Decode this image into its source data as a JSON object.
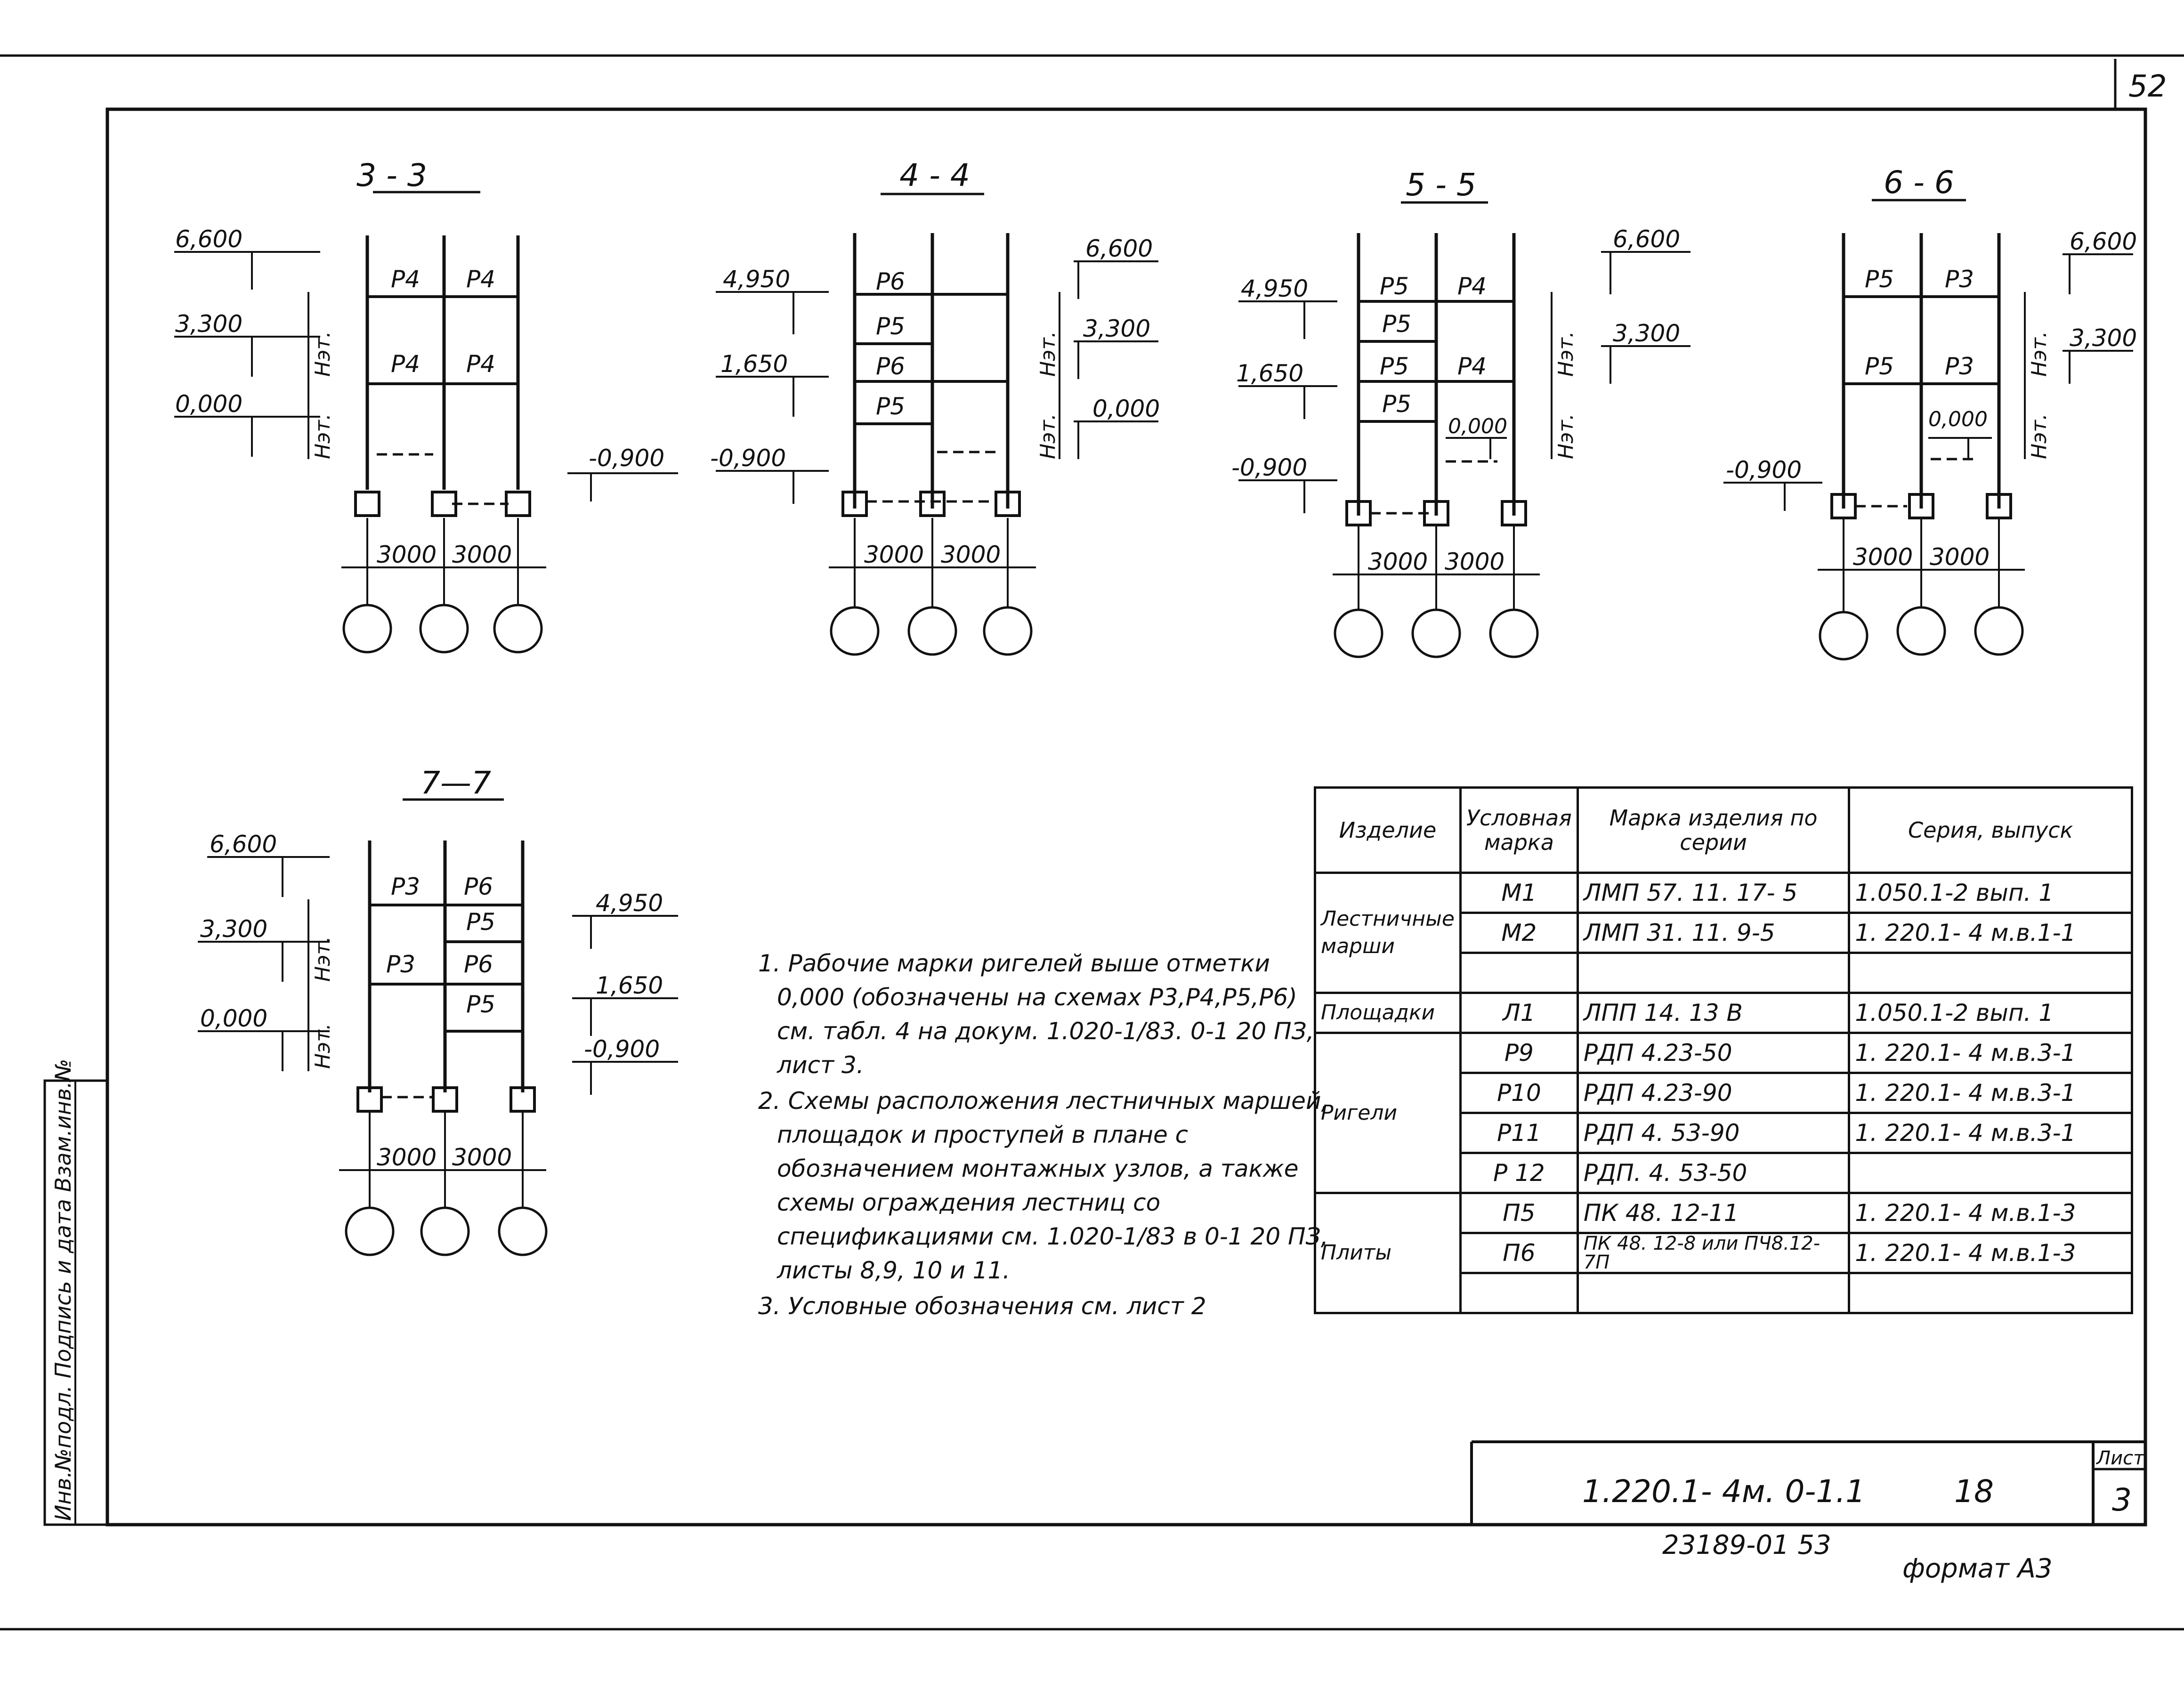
{
  "sheet": {
    "corner_page": "52",
    "code": "1.220.1- 4м. 0-1.1",
    "number": "18",
    "list_label": "Лист",
    "list_number": "3",
    "archive_no": "23189-01  53",
    "format": "формат А3",
    "side_stamp": "Инв.№подл. Подпись и дата Взам.инв.№"
  },
  "sections": [
    {
      "title": "3 - 3",
      "levels_left": [
        "6,600",
        "3,300",
        "0,000"
      ],
      "levels_right": [
        "-0,900"
      ],
      "beams": [
        "Р4",
        "Р4",
        "Р4",
        "Р4"
      ],
      "heights": [
        "Нэт.",
        "Нэт."
      ],
      "spans": [
        "3000",
        "3000"
      ]
    },
    {
      "title": "4 - 4",
      "levels_left": [
        "4,950",
        "1,650",
        "-0,900"
      ],
      "levels_right": [
        "6,600",
        "3,300",
        "0,000"
      ],
      "beams": [
        "Р6",
        "Р5",
        "Р6",
        "Р5"
      ],
      "heights": [
        "Нэт.",
        "Нэт."
      ],
      "spans": [
        "3000",
        "3000"
      ]
    },
    {
      "title": "5 - 5",
      "levels_left": [
        "4,950",
        "1,650",
        "-0,900"
      ],
      "levels_right": [
        "6,600",
        "3,300"
      ],
      "level_mid": "0,000",
      "beams": [
        "Р5",
        "Р4",
        "Р5",
        "Р5",
        "Р4",
        "Р5"
      ],
      "heights": [
        "Нэт.",
        "Нэт."
      ],
      "spans": [
        "3000",
        "3000"
      ]
    },
    {
      "title": "6 - 6",
      "levels_left": [
        "-0,900"
      ],
      "levels_right": [
        "6,600",
        "3,300"
      ],
      "level_mid": "0,000",
      "beams": [
        "Р5",
        "Р3",
        "Р5",
        "Р3"
      ],
      "heights": [
        "Нэт.",
        "Нэт."
      ],
      "spans": [
        "3000",
        "3000"
      ]
    },
    {
      "title": "7—7",
      "levels_left": [
        "6,600",
        "3,300",
        "0,000"
      ],
      "levels_right": [
        "4,950",
        "1,650",
        "-0,900"
      ],
      "beams": [
        "Р3",
        "Р6",
        "Р5",
        "Р3",
        "Р6",
        "Р5"
      ],
      "heights": [
        "Нэт.",
        "Нэт."
      ],
      "spans": [
        "3000",
        "3000"
      ]
    }
  ],
  "notes": [
    "1. Рабочие марки ригелей выше отметки 0,000 (обозначены на схемах Р3,Р4,Р5,Р6) см. табл. 4 на докум. 1.020-1/83. 0-1 20 ПЗ, лист 3.",
    "2. Схемы расположения лестничных маршей, площадок и проступей в плане с обозначением монтажных узлов, а также схемы ограждения лестниц со спецификациями см. 1.020-1/83 в 0-1 20 ПЗ, листы 8,9, 10 и 11.",
    "3. Условные обозначения см. лист 2"
  ],
  "table": {
    "headers": [
      "Изделие",
      "Условная марка",
      "Марка изделия по серии",
      "Серия, выпуск"
    ],
    "rows": [
      [
        "Лестничные марши",
        "М1",
        "ЛМП 57. 11. 17- 5",
        "1.050.1-2  вып. 1"
      ],
      [
        "",
        "М2",
        "ЛМП 31. 11. 9-5",
        "1. 220.1- 4 м.в.1-1"
      ],
      [
        "",
        "",
        "",
        ""
      ],
      [
        "Площадки",
        "Л1",
        "ЛПП 14. 13 В",
        "1.050.1-2  вып. 1"
      ],
      [
        "",
        "Р9",
        "РДП 4.23-50",
        "1. 220.1- 4 м.в.3-1"
      ],
      [
        "Ригели",
        "Р10",
        "РДП 4.23-90",
        "1. 220.1- 4 м.в.3-1"
      ],
      [
        "",
        "Р11",
        "РДП 4. 53-90",
        "1. 220.1- 4 м.в.3-1"
      ],
      [
        "",
        "Р 12",
        "РДП. 4. 53-50",
        ""
      ],
      [
        "Плиты",
        "П5",
        "ПК 48. 12-11",
        "1. 220.1- 4 м.в.1-3"
      ],
      [
        "",
        "П6",
        "ПК 48. 12-8 или ПЧ8.12-7П",
        "1. 220.1- 4 м.в.1-3"
      ],
      [
        "",
        "",
        "",
        ""
      ]
    ]
  }
}
